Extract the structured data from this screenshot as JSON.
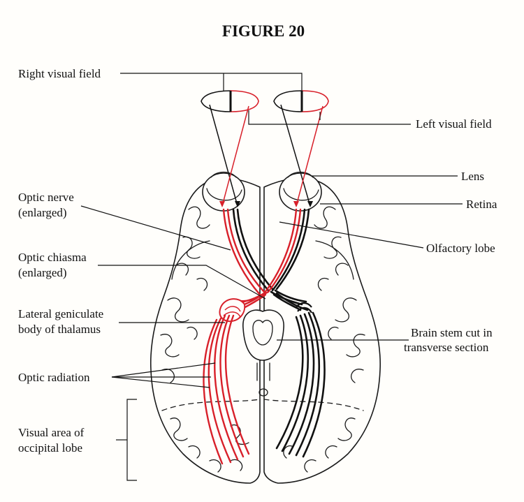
{
  "title": "FIGURE 20",
  "labels": {
    "right_visual_field": "Right visual field",
    "left_visual_field": "Left visual field",
    "lens": "Lens",
    "retina": "Retina",
    "optic_nerve_1": "Optic nerve",
    "optic_nerve_2": "(enlarged)",
    "olfactory_lobe": "Olfactory lobe",
    "optic_chiasma_1": "Optic chiasma",
    "optic_chiasma_2": "(enlarged)",
    "lgb_1": "Lateral geniculate",
    "lgb_2": "body of thalamus",
    "brain_stem_1": "Brain stem cut in",
    "brain_stem_2": "transverse section",
    "optic_radiation": "Optic radiation",
    "visual_area_1": "Visual area of",
    "visual_area_2": "occipital lobe"
  },
  "colors": {
    "left_field_path": "#d8202a",
    "right_field_path": "#111111",
    "background": "#fffefb"
  }
}
